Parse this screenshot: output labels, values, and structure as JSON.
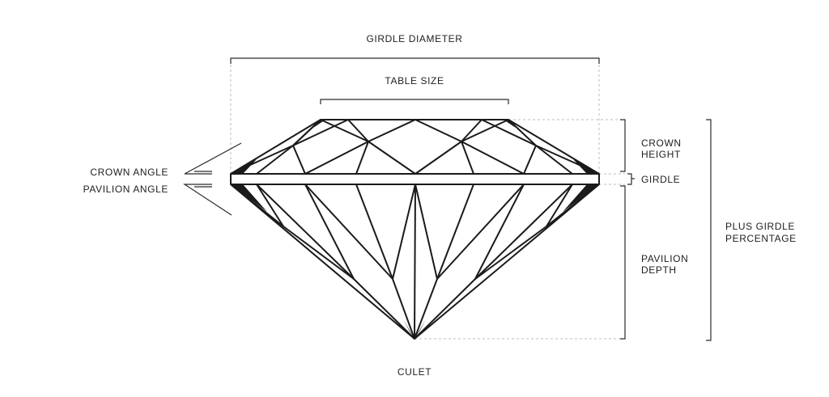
{
  "labels": {
    "girdle_diameter": "GIRDLE DIAMETER",
    "table_size": "TABLE SIZE",
    "crown_height_1": "CROWN",
    "crown_height_2": "HEIGHT",
    "girdle": "GIRDLE",
    "pavilion_depth_1": "PAVILION",
    "pavilion_depth_2": "DEPTH",
    "plus_girdle_1": "PLUS GIRDLE",
    "plus_girdle_2": "PERCENTAGE",
    "crown_angle": "CROWN ANGLE",
    "pavilion_angle": "PAVILION ANGLE",
    "culet": "CULET"
  },
  "colors": {
    "line": "#1a1a1a",
    "guide": "#bdbdbd",
    "text": "#1e1e1e"
  }
}
